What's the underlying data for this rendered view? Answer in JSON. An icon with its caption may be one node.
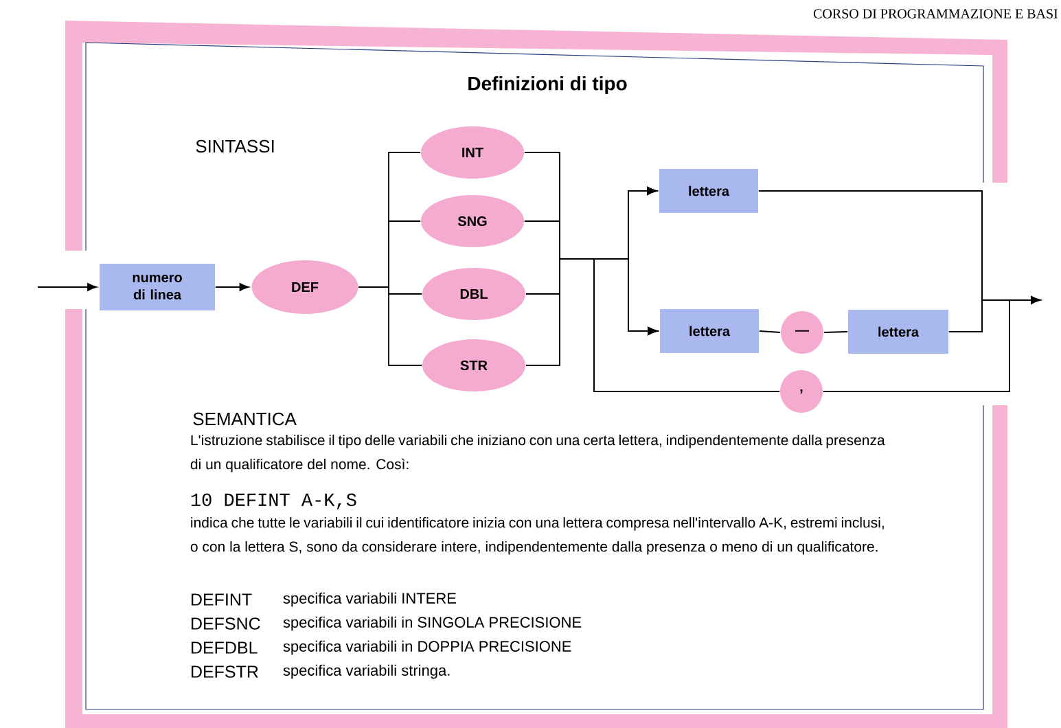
{
  "diagram": {
    "title": "Definizioni di tipo",
    "nodes": [
      {
        "text": [
          "numero di linea"
        ]
      },
      {
        "text": [
          "DEF"
        ]
      },
      {
        "text": [
          "INT"
        ]
      },
      {
        "text": [
          "SNG"
        ]
      },
      {
        "text": [
          "DBL"
        ]
      },
      {
        "text": [
          "STR"
        ]
      },
      {
        "text": [
          "lettera"
        ]
      },
      {
        "text": [
          "lettera"
        ]
      },
      {
        "text": [
          "—"
        ]
      },
      {
        "text": [
          "lettera"
        ]
      },
      {
        "text": [
          ","
        ]
      }
    ],
    "edges": [
      {
        "from": null,
        "to": 0,
        "arrow": "to"
      },
      {
        "from": 0,
        "to": 1,
        "arrow": "to"
      },
      {
        "from": 1,
        "to": 2,
        "arrow": "none"
      },
      {
        "from": 1,
        "to": 3,
        "arrow": "none"
      },
      {
        "from": 1,
        "to": 4,
        "arrow": "none"
      },
      {
        "from": 1,
        "to": 5,
        "arrow": "none"
      },
      {
        "from": 2,
        "to": 6,
        "arrow": "to"
      },
      {
        "from": 3,
        "to": 6,
        "arrow": "to"
      },
      {
        "from": 4,
        "to": 6,
        "arrow": "to"
      },
      {
        "from": 5,
        "to": 6,
        "arrow": "to"
      },
      {
        "from": 2,
        "to": 7,
        "arrow": "to"
      },
      {
        "from": 3,
        "to": 7,
        "arrow": "to"
      },
      {
        "from": 4,
        "to": 7,
        "arrow": "to"
      },
      {
        "from": 5,
        "to": 7,
        "arrow": "to"
      },
      {
        "from": 7,
        "to": 8,
        "arrow": "none"
      },
      {
        "from": 8,
        "to": 9,
        "arrow": "none"
      },
      {
        "from": 6,
        "to": null,
        "arrow": "to"
      },
      {
        "from": 9,
        "to": null,
        "arrow": "to"
      },
      {
        "from": 6,
        "to": 10,
        "arrow": "none"
      },
      {
        "from": 9,
        "to": 10,
        "arrow": "none"
      },
      {
        "from": 10,
        "to": 6,
        "arrow": "to"
      },
      {
        "from": 10,
        "to": 7,
        "arrow": "to"
      }
    ],
    "labels": [
      "CORSO DI PROGRAMMAZIONE E BASI",
      "SINTASSI",
      "SEMANTICA",
      "L'istruzione stabilisce il tipo delle variabili che iniziano con una certa lettera, indipendentemente dalla presenza di un qualificatore del nome. Così:",
      "10 DEFINT A-K,S",
      "indica che tutte le variabili il cui identificatore inizia con una lettera compresa nell'intervallo A-K, estremi inclusi, o con la lettera S, sono da considerare intere, indipendentemente dalla presenza o meno di un qualificatore.",
      "DEFINT",
      "specifica variabili INTERE",
      "DEFSNC",
      "specifica variabili in SINGOLA PRECISIONE",
      "DEFDBL",
      "specifica variabili in DOPPIA PRECISIONE",
      "DEFSTR",
      "specifica variabili stringa."
    ]
  }
}
